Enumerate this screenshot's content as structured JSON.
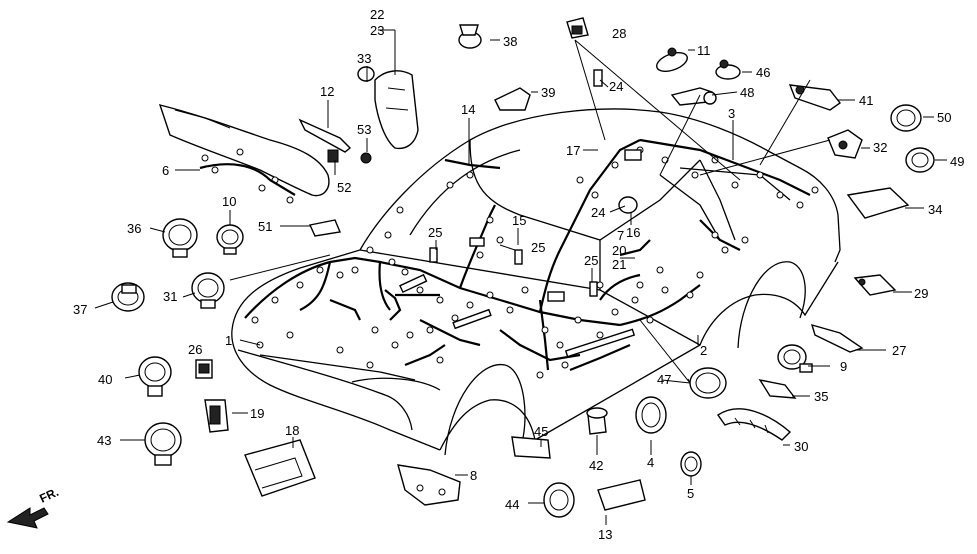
{
  "diagram": {
    "direction_label": "FR.",
    "callouts": [
      {
        "id": "c1",
        "text": "1"
      },
      {
        "id": "c2",
        "text": "2"
      },
      {
        "id": "c3",
        "text": "3"
      },
      {
        "id": "c4",
        "text": "4"
      },
      {
        "id": "c5",
        "text": "5"
      },
      {
        "id": "c6",
        "text": "6"
      },
      {
        "id": "c7",
        "text": "7"
      },
      {
        "id": "c8",
        "text": "8"
      },
      {
        "id": "c9",
        "text": "9"
      },
      {
        "id": "c10",
        "text": "10"
      },
      {
        "id": "c11",
        "text": "11"
      },
      {
        "id": "c12",
        "text": "12"
      },
      {
        "id": "c13",
        "text": "13"
      },
      {
        "id": "c14",
        "text": "14"
      },
      {
        "id": "c15",
        "text": "15"
      },
      {
        "id": "c16",
        "text": "16"
      },
      {
        "id": "c17",
        "text": "17"
      },
      {
        "id": "c18",
        "text": "18"
      },
      {
        "id": "c19",
        "text": "19"
      },
      {
        "id": "c20",
        "text": "20"
      },
      {
        "id": "c21",
        "text": "21"
      },
      {
        "id": "c22",
        "text": "22"
      },
      {
        "id": "c23",
        "text": "23"
      },
      {
        "id": "c24a",
        "text": "24"
      },
      {
        "id": "c24b",
        "text": "24"
      },
      {
        "id": "c25a",
        "text": "25"
      },
      {
        "id": "c25b",
        "text": "25"
      },
      {
        "id": "c25c",
        "text": "25"
      },
      {
        "id": "c26",
        "text": "26"
      },
      {
        "id": "c27",
        "text": "27"
      },
      {
        "id": "c28",
        "text": "28"
      },
      {
        "id": "c29",
        "text": "29"
      },
      {
        "id": "c30",
        "text": "30"
      },
      {
        "id": "c31",
        "text": "31"
      },
      {
        "id": "c32",
        "text": "32"
      },
      {
        "id": "c33",
        "text": "33"
      },
      {
        "id": "c34",
        "text": "34"
      },
      {
        "id": "c35",
        "text": "35"
      },
      {
        "id": "c36",
        "text": "36"
      },
      {
        "id": "c37",
        "text": "37"
      },
      {
        "id": "c38",
        "text": "38"
      },
      {
        "id": "c39",
        "text": "39"
      },
      {
        "id": "c40",
        "text": "40"
      },
      {
        "id": "c41",
        "text": "41"
      },
      {
        "id": "c42",
        "text": "42"
      },
      {
        "id": "c43",
        "text": "43"
      },
      {
        "id": "c44",
        "text": "44"
      },
      {
        "id": "c45",
        "text": "45"
      },
      {
        "id": "c46",
        "text": "46"
      },
      {
        "id": "c47",
        "text": "47"
      },
      {
        "id": "c48",
        "text": "48"
      },
      {
        "id": "c49",
        "text": "49"
      },
      {
        "id": "c50",
        "text": "50"
      },
      {
        "id": "c51",
        "text": "51"
      },
      {
        "id": "c52",
        "text": "52"
      },
      {
        "id": "c53",
        "text": "53"
      }
    ]
  }
}
